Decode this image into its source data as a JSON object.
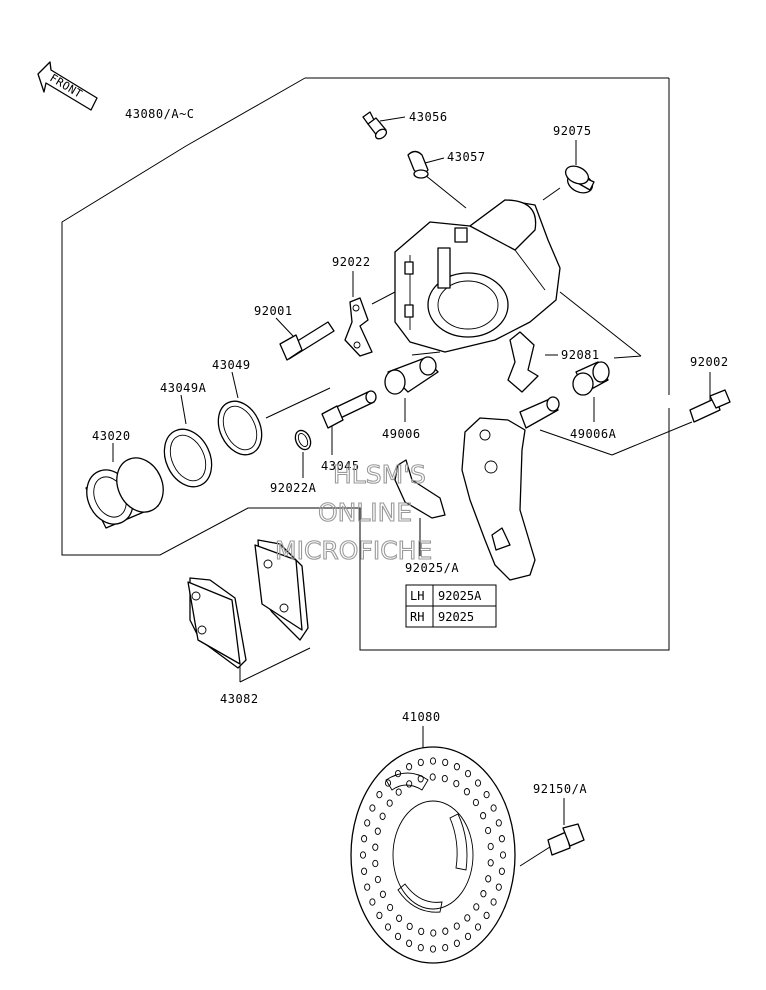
{
  "front_label": "FRONT",
  "parts": {
    "p43080": "43080/A~C",
    "p43056": "43056",
    "p43057": "43057",
    "p92075": "92075",
    "p92022": "92022",
    "p92001": "92001",
    "p43049": "43049",
    "p43049A": "43049A",
    "p43020": "43020",
    "p92081": "92081",
    "p92002": "92002",
    "p49006": "49006",
    "p49006A": "49006A",
    "p43045": "43045",
    "p92022A": "92022A",
    "p92025": "92025/A",
    "p43082": "43082",
    "p41080": "41080",
    "p92150": "92150/A"
  },
  "side_table": {
    "rows": [
      {
        "side": "LH",
        "part": "92025A"
      },
      {
        "side": "RH",
        "part": "92025"
      }
    ]
  },
  "watermark": {
    "line1": "HLSM'S",
    "line2": "ONLINE",
    "line3": "MICROFICHE"
  }
}
